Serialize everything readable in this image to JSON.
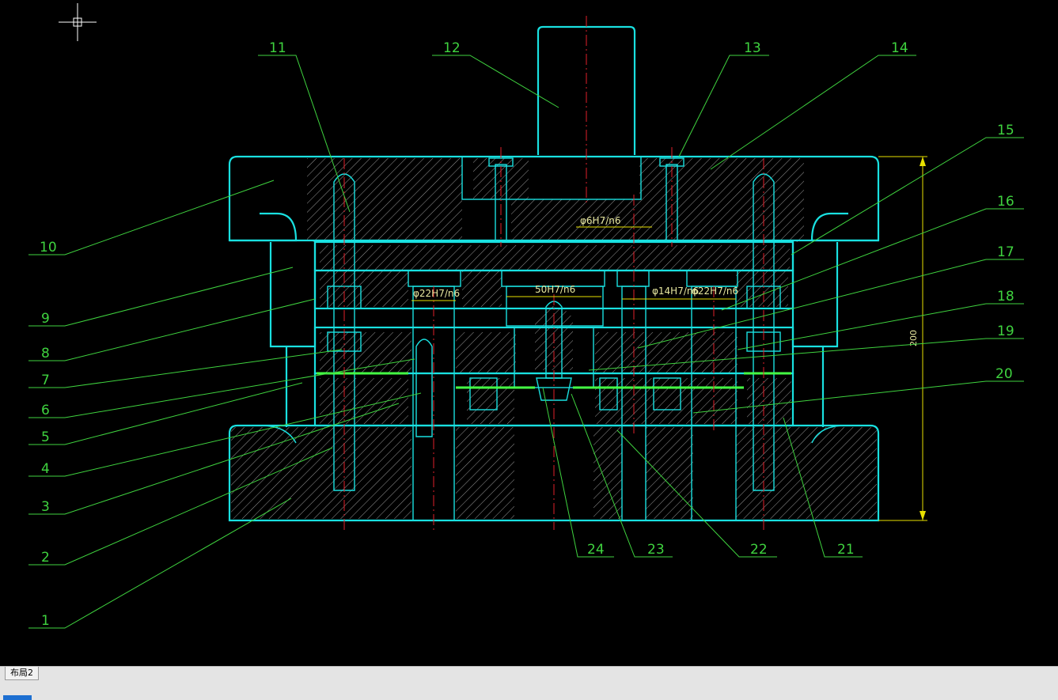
{
  "part_labels": [
    "1",
    "2",
    "3",
    "4",
    "5",
    "6",
    "7",
    "8",
    "9",
    "10",
    "11",
    "12",
    "13",
    "14",
    "15",
    "16",
    "17",
    "18",
    "19",
    "20",
    "21",
    "22",
    "23",
    "24"
  ],
  "fits": {
    "guide_post": "φ6H7/n6",
    "left_bush": "φ22H7/n6",
    "center_die": "50H7/n6",
    "punch": "φ14H7/n6",
    "right_bush": "φ22H7/n6"
  },
  "dimension": {
    "height_value": "200"
  },
  "colors": {
    "background": "#000000",
    "outline": "#19e0e0",
    "leader": "#3fd33f",
    "centerline": "#e0202a",
    "dimension": "#e8e000",
    "stripper_plate": "#44ff44"
  },
  "layout_tab": {
    "label": "布局2"
  },
  "crosshair_cursor": {
    "icon": "crosshair-cursor-icon"
  }
}
